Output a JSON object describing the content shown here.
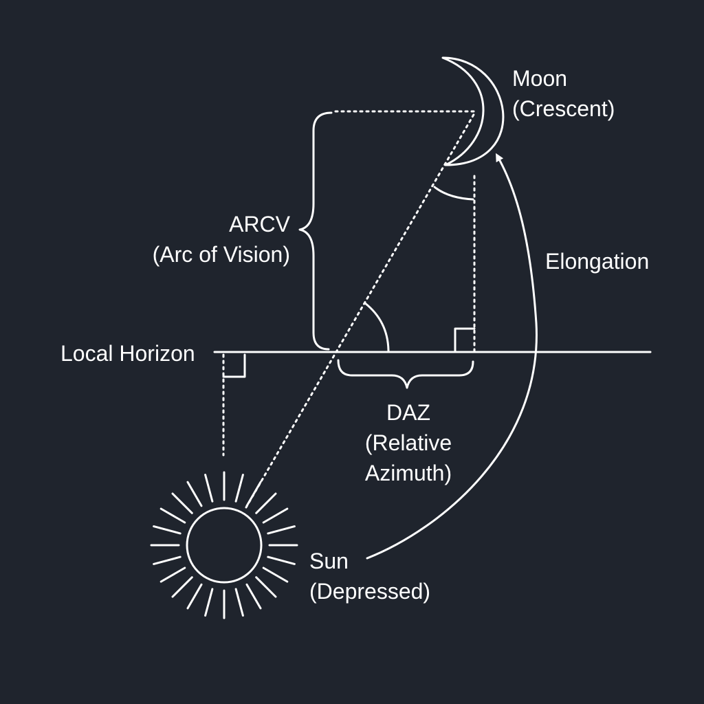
{
  "labels": {
    "moon": {
      "line1": "Moon",
      "line2": "(Crescent)"
    },
    "arcv": {
      "line1": "ARCV",
      "line2": "(Arc of Vision)"
    },
    "elongation": "Elongation",
    "local_horizon": "Local Horizon",
    "daz": {
      "line1": "DAZ",
      "line2": "(Relative",
      "line3": "Azimuth)"
    },
    "sun": {
      "line1": "Sun",
      "line2": "(Depressed)"
    }
  },
  "icons": {
    "moon": "crescent-moon-icon",
    "sun": "sun-icon"
  },
  "colors": {
    "background": "#1f242d",
    "foreground": "#ffffff"
  }
}
